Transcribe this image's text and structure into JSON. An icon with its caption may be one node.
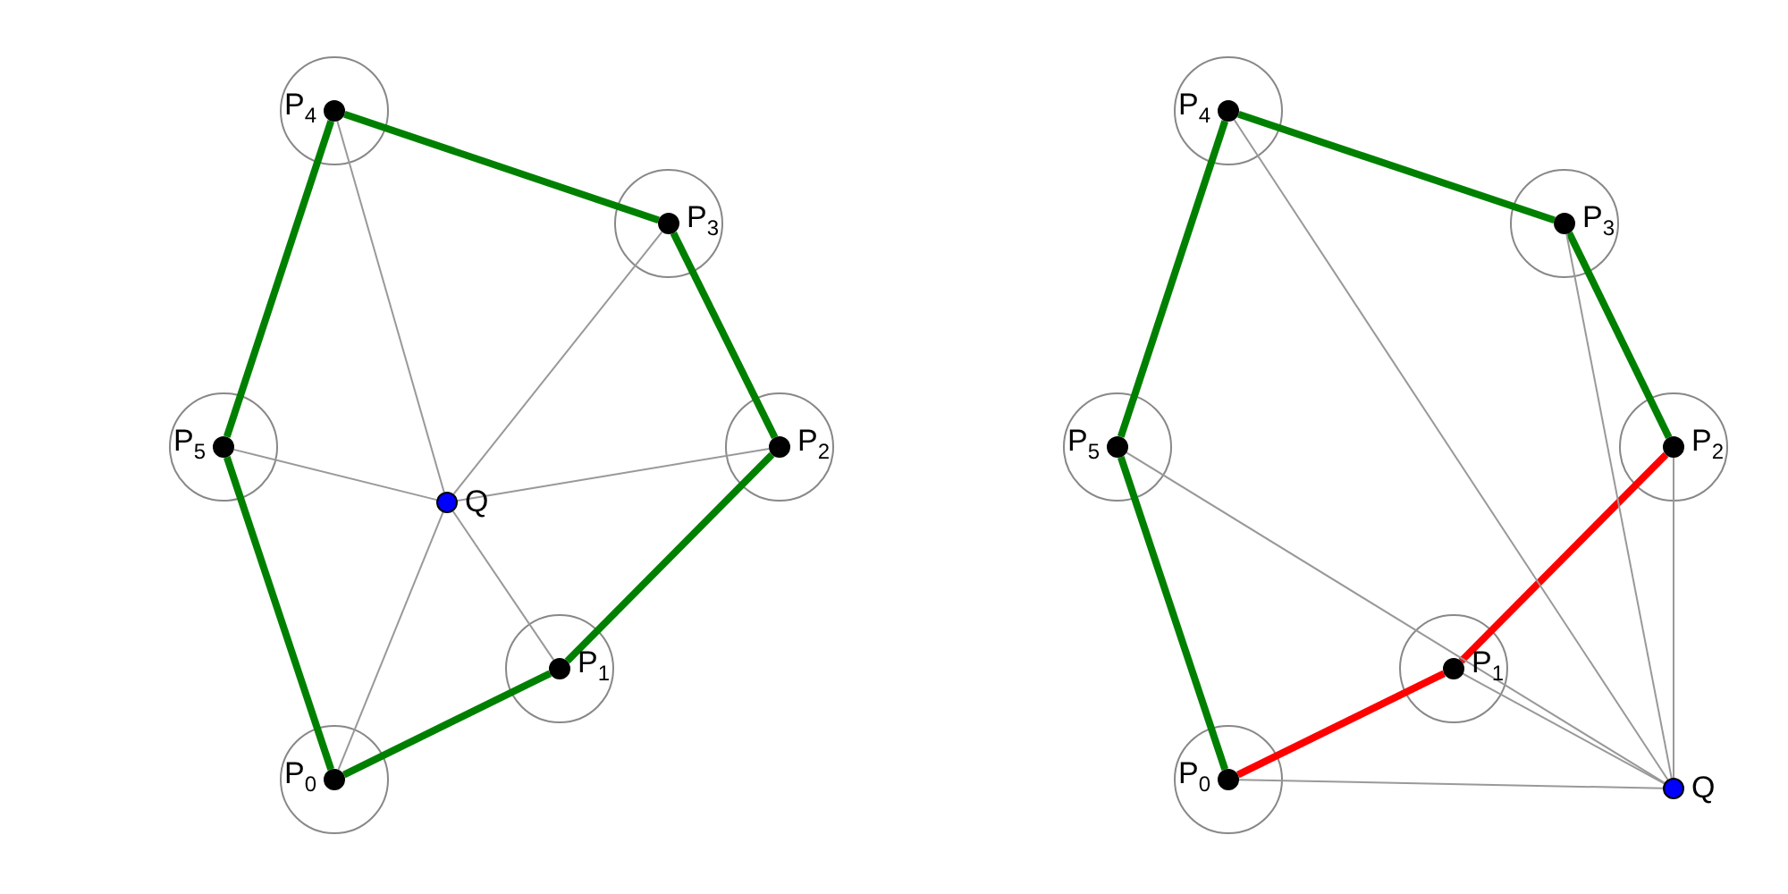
{
  "diagram": {
    "nodes": [
      {
        "text": [
          "P$_{0}$"
        ]
      },
      {
        "text": [
          "P$_{1}$"
        ]
      },
      {
        "text": [
          "P$_{2}$"
        ]
      },
      {
        "text": [
          "P$_{3}$"
        ]
      },
      {
        "text": [
          "P$_{4}$"
        ]
      },
      {
        "text": [
          "P$_{5}$"
        ]
      },
      {
        "text": [
          "Q"
        ]
      },
      {
        "text": [
          "P$_{0}$"
        ]
      },
      {
        "text": [
          "P$_{1}$"
        ]
      },
      {
        "text": [
          "P$_{2}$"
        ]
      },
      {
        "text": [
          "P$_{3}$"
        ]
      },
      {
        "text": [
          "P$_{4}$"
        ]
      },
      {
        "text": [
          "P$_{5}$"
        ]
      },
      {
        "text": [
          "Q"
        ]
      }
    ],
    "edges": [
      {
        "from": 0,
        "to": 1,
        "arrow": "none",
        "style": "thick",
        "color": "#008000"
      },
      {
        "from": 1,
        "to": 2,
        "arrow": "none",
        "style": "thick",
        "color": "#008000"
      },
      {
        "from": 2,
        "to": 3,
        "arrow": "none",
        "style": "thick",
        "color": "#008000"
      },
      {
        "from": 3,
        "to": 4,
        "arrow": "none",
        "style": "thick",
        "color": "#008000"
      },
      {
        "from": 4,
        "to": 5,
        "arrow": "none",
        "style": "thick",
        "color": "#008000"
      },
      {
        "from": 5,
        "to": 0,
        "arrow": "none",
        "style": "thick",
        "color": "#008000"
      },
      {
        "from": 6,
        "to": 0,
        "arrow": "none"
      },
      {
        "from": 6,
        "to": 1,
        "arrow": "none"
      },
      {
        "from": 6,
        "to": 2,
        "arrow": "none"
      },
      {
        "from": 6,
        "to": 3,
        "arrow": "none"
      },
      {
        "from": 6,
        "to": 4,
        "arrow": "none"
      },
      {
        "from": 6,
        "to": 5,
        "arrow": "none"
      },
      {
        "from": 7,
        "to": 8,
        "arrow": "none",
        "style": "thick",
        "color": "#ff0000"
      },
      {
        "from": 8,
        "to": 9,
        "arrow": "none",
        "style": "thick",
        "color": "#ff0000"
      },
      {
        "from": 9,
        "to": 10,
        "arrow": "none",
        "style": "thick",
        "color": "#008000"
      },
      {
        "from": 10,
        "to": 11,
        "arrow": "none",
        "style": "thick",
        "color": "#008000"
      },
      {
        "from": 11,
        "to": 12,
        "arrow": "none",
        "style": "thick",
        "color": "#008000"
      },
      {
        "from": 12,
        "to": 7,
        "arrow": "none",
        "style": "thick",
        "color": "#008000"
      },
      {
        "from": 13,
        "to": 7,
        "arrow": "none"
      },
      {
        "from": 13,
        "to": 8,
        "arrow": "none"
      },
      {
        "from": 13,
        "to": 9,
        "arrow": "none"
      },
      {
        "from": 13,
        "to": 10,
        "arrow": "none"
      },
      {
        "from": 13,
        "to": 11,
        "arrow": "none"
      },
      {
        "from": 13,
        "to": 12,
        "arrow": "none"
      }
    ]
  }
}
